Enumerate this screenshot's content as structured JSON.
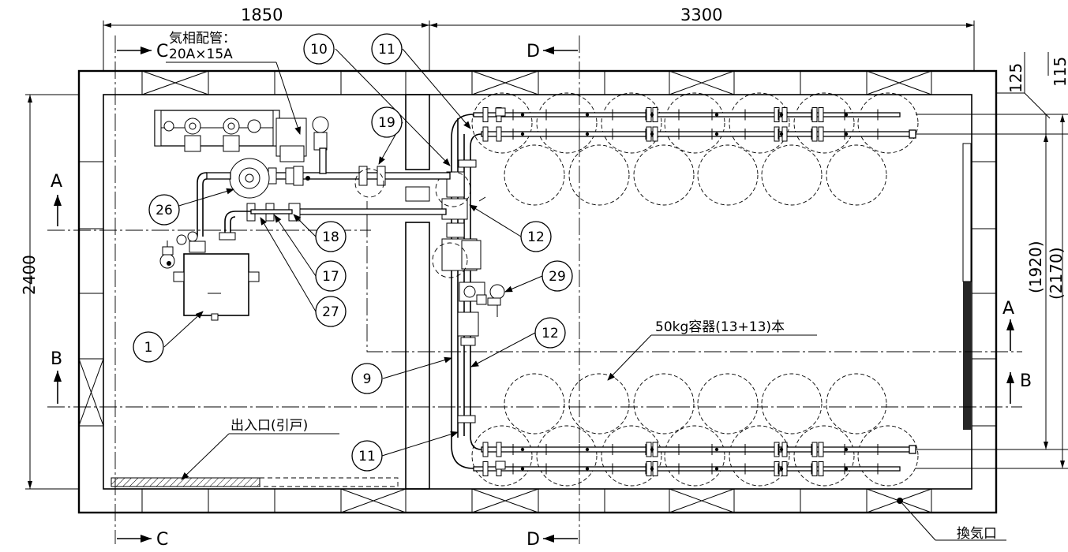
{
  "dimensions": {
    "top_left": "1850",
    "top_right": "3300",
    "left_height": "2400",
    "right_125": "125",
    "right_115": "115",
    "right_1920": "(1920)",
    "right_2170": "(2170)"
  },
  "section_marks": {
    "c_top": "C",
    "c_bottom": "C",
    "d_top": "D",
    "d_bottom": "D",
    "a_left": "A",
    "a_right": "A",
    "b_left": "B",
    "b_right": "B"
  },
  "notes": {
    "gas_pipe_line1": "気相配管：",
    "gas_pipe_line2": "20A×15A",
    "entrance": "出入口(引戸)",
    "containers": "50kg容器(13+13)本",
    "vent": "換気口"
  },
  "balloons": [
    "10",
    "11",
    "19",
    "26",
    "18",
    "12",
    "17",
    "27",
    "29",
    "1",
    "12",
    "9",
    "11"
  ],
  "drawing": {
    "type": "floor-plan",
    "cylinder_rows": 4,
    "line_color": "#000000",
    "background": "#ffffff"
  }
}
